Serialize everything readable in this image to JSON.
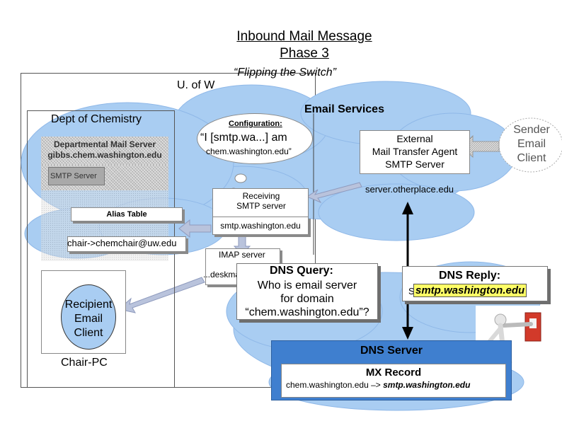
{
  "title": {
    "line1": "Inbound Mail Message",
    "line2": "Phase 3"
  },
  "subtitle": "“Flipping the Switch”",
  "uw_label": "U. of W",
  "chemistry": {
    "label": "Dept of Chemistry",
    "server_line1": "Departmental Mail Server",
    "server_line2": "gibbs.chem.washington.edu",
    "smtp": "SMTP Server",
    "alias_table": "Alias Table",
    "alias_entry": "chair->chemchair@uw.edu"
  },
  "email_services": {
    "label": "Email Services",
    "config_label": "Configuration:",
    "config_line1": "“I [smtp.wa...] am",
    "config_line2": "chem.washington.edu”",
    "receiving_line1": "Receiving",
    "receiving_line2": "SMTP server",
    "smtp_host": "smtp.washington.edu",
    "imap_label": "IMAP server",
    "imap_host": "...deskmail.u.wa...edu"
  },
  "external": {
    "line1": "External",
    "line2": "Mail Transfer Agent",
    "line3": "SMTP Server",
    "host": "server.otherplace.edu"
  },
  "sender": {
    "line1": "Sender",
    "line2": "Email",
    "line3": "Client"
  },
  "recipient": {
    "line1": "Recipient",
    "line2": "Email",
    "line3": "Client",
    "pc": "Chair-PC"
  },
  "dns_query": {
    "title": "DNS Query:",
    "line1": "Who is email server",
    "line2": "for domain",
    "line3": "“chem.washington.edu”?"
  },
  "dns_reply": {
    "title": "DNS Reply:",
    "prefix": "S",
    "answer": "smtp.washington.edu"
  },
  "dns_server": {
    "label": "DNS Server",
    "mx_label": "MX Record",
    "mx_prefix": "chem.washington.edu –> ",
    "mx_target": "smtp.washington.edu"
  },
  "colors": {
    "cloud": "#a9cdf2",
    "cloud_edge": "#8fb8e8",
    "highlight": "#ffff66",
    "dns_server": "#3f7fcf",
    "arrow": "#b9c3dc"
  }
}
